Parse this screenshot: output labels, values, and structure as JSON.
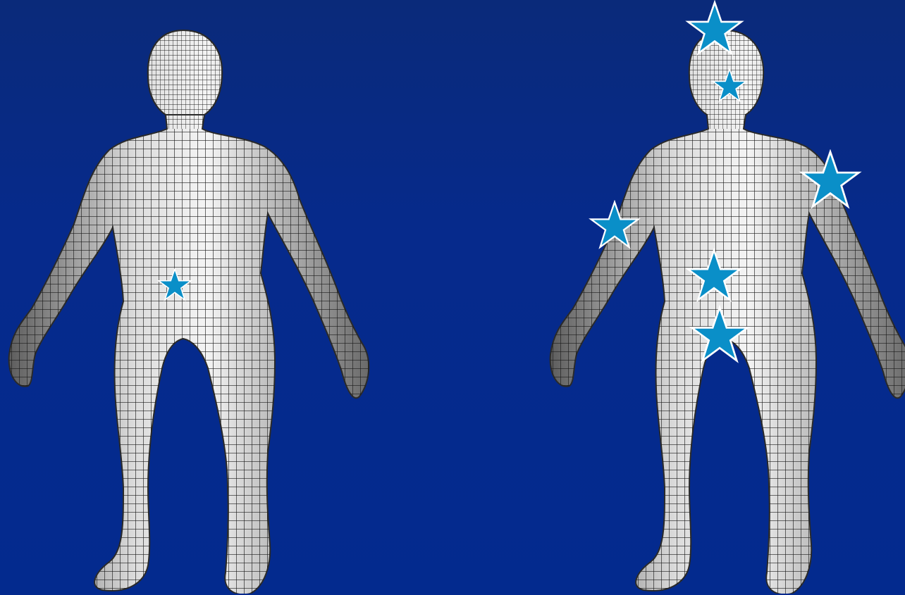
{
  "background_color": "#032a8e",
  "marker_fill": "#0a8fc8",
  "marker_stroke": "#ffffff",
  "figures": [
    {
      "id": "figure-left",
      "model": "wireframe-human-mesh",
      "marker_icon": "star-icon",
      "marker_count": 1
    },
    {
      "id": "figure-right",
      "model": "wireframe-human-mesh",
      "marker_icon": "star-icon",
      "marker_count": 6
    }
  ]
}
